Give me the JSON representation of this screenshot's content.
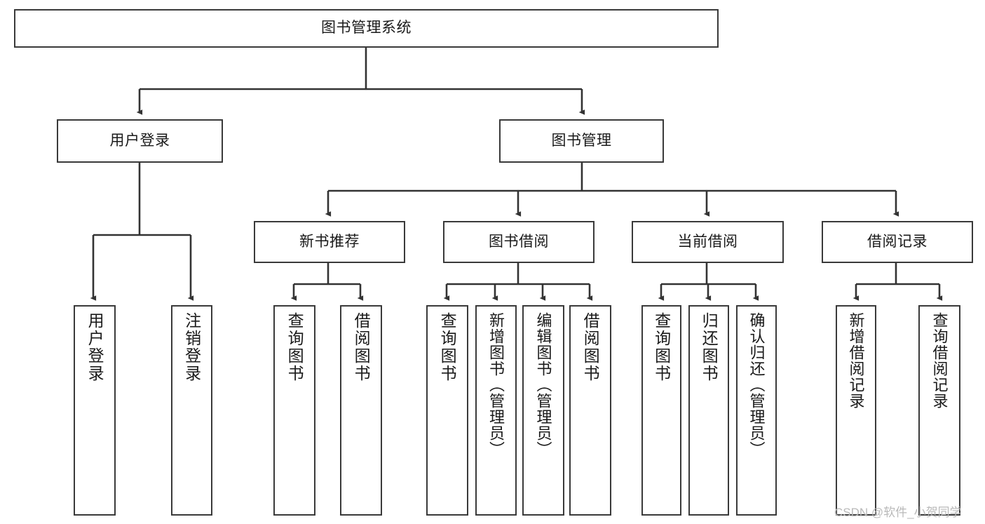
{
  "diagram": {
    "title": "图书管理系统",
    "type": "tree",
    "orientation": "top-down",
    "colors": {
      "box_border": "#3a3a3a",
      "box_fill": "#ffffff",
      "edge": "#333333",
      "text": "#1a1a1a",
      "watermark": "#b9b9b9",
      "background": "#ffffff"
    },
    "watermark": "CSDN @软件_小贺同学",
    "nodes": {
      "root": {
        "label": "图书管理系统"
      },
      "level2": [
        {
          "id": "user-login",
          "label": "用户登录"
        },
        {
          "id": "book-management",
          "label": "图书管理"
        }
      ],
      "level3": [
        {
          "id": "new-book-recommend",
          "label": "新书推荐"
        },
        {
          "id": "book-borrow",
          "label": "图书借阅"
        },
        {
          "id": "current-borrow",
          "label": "当前借阅"
        },
        {
          "id": "borrow-record",
          "label": "借阅记录"
        }
      ],
      "leaves": {
        "user-login": [
          {
            "id": "leaf-user-login",
            "label": "用户登录"
          },
          {
            "id": "leaf-user-logout",
            "label": "注销登录"
          }
        ],
        "new-book-recommend": [
          {
            "id": "leaf-query-book-1",
            "label": "查询图书"
          },
          {
            "id": "leaf-borrow-book-1",
            "label": "借阅图书"
          }
        ],
        "book-borrow": [
          {
            "id": "leaf-query-book-2",
            "label": "查询图书"
          },
          {
            "id": "leaf-add-book",
            "label": "新增图书（管理员）"
          },
          {
            "id": "leaf-edit-book",
            "label": "编辑图书（管理员）"
          },
          {
            "id": "leaf-borrow-book-2",
            "label": "借阅图书"
          }
        ],
        "current-borrow": [
          {
            "id": "leaf-query-book-3",
            "label": "查询图书"
          },
          {
            "id": "leaf-return-book",
            "label": "归还图书"
          },
          {
            "id": "leaf-confirm-return",
            "label": "确认归还（管理员）"
          }
        ],
        "borrow-record": [
          {
            "id": "leaf-add-record",
            "label": "新增借阅记录"
          },
          {
            "id": "leaf-query-record",
            "label": "查询借阅记录"
          }
        ]
      }
    }
  }
}
